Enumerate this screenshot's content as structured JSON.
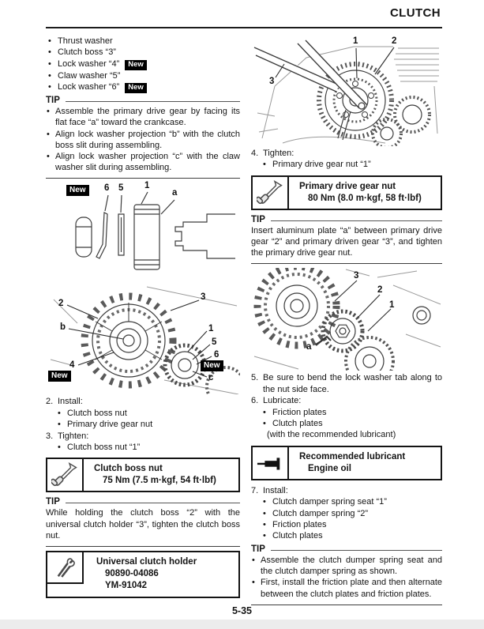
{
  "labels": {
    "new": "New",
    "tip": "TIP"
  },
  "header": {
    "title": "CLUTCH"
  },
  "footer": {
    "page_number": "5-35"
  },
  "left": {
    "parts_list": [
      {
        "label": "Thrust washer",
        "new": false
      },
      {
        "label": "Clutch boss “3”",
        "new": false
      },
      {
        "label": "Lock washer “4”",
        "new": true
      },
      {
        "label": "Claw washer “5”",
        "new": false
      },
      {
        "label": "Lock washer “6”",
        "new": true
      }
    ],
    "tip1": {
      "bullets": [
        "Assemble the primary drive gear by facing its flat face “a” toward the crankcase.",
        "Align lock washer projection “b” with the clutch boss slit during assembling.",
        "Align lock washer projection “c” with the claw washer slit during assembling."
      ]
    },
    "step2": {
      "num": "2.",
      "title": "Install:",
      "bullets": [
        "Clutch boss nut",
        "Primary drive gear nut"
      ]
    },
    "step3": {
      "num": "3.",
      "title": "Tighten:",
      "bullets": [
        "Clutch boss nut “1”"
      ]
    },
    "torque_box": {
      "line1": "Clutch boss nut",
      "line2": "75 Nm (7.5 m·kgf, 54 ft·lbf)"
    },
    "tip2": {
      "text": "While holding the clutch boss “2” with the universal clutch holder “3”, tighten the clutch boss nut."
    },
    "tool_box": {
      "line1": "Universal clutch holder",
      "line2": "90890-04086",
      "line3": "YM-91042"
    }
  },
  "right": {
    "step4": {
      "num": "4.",
      "title": "Tighten:",
      "bullets": [
        "Primary drive gear nut “1”"
      ]
    },
    "torque_box": {
      "line1": "Primary drive gear nut",
      "line2": "80 Nm (8.0 m·kgf, 58 ft·lbf)"
    },
    "tip1": {
      "text": "Insert aluminum plate “a” between primary drive gear “2” and primary driven gear “3”, and tighten the primary drive gear nut."
    },
    "step5": {
      "num": "5.",
      "text": "Be sure to bend the lock washer tab along to the nut side face."
    },
    "step6": {
      "num": "6.",
      "title": "Lubricate:",
      "bullets": [
        "Friction plates",
        "Clutch plates"
      ],
      "note": "(with the recommended lubricant)"
    },
    "lube_box": {
      "line1": "Recommended lubricant",
      "line2": "Engine oil"
    },
    "step7": {
      "num": "7.",
      "title": "Install:",
      "bullets": [
        "Clutch damper spring seat “1”",
        "Clutch damper spring “2”",
        "Friction plates",
        "Clutch plates"
      ]
    },
    "tip2": {
      "bullets": [
        "Assemble the clutch dumper spring seat and the clutch damper spring as shown.",
        "First, install the friction plate and then alternate between the clutch plates and friction plates."
      ]
    }
  },
  "figures": {
    "parts": {
      "labels": [
        "6",
        "5",
        "1",
        "a"
      ]
    },
    "basket": {
      "labels": [
        "2",
        "b",
        "4",
        "3",
        "1",
        "5",
        "6",
        "c"
      ]
    },
    "engine": {
      "labels": [
        "3",
        "1",
        "2"
      ]
    },
    "drive_gear": {
      "labels": [
        "3",
        "2",
        "1",
        "a"
      ]
    }
  }
}
